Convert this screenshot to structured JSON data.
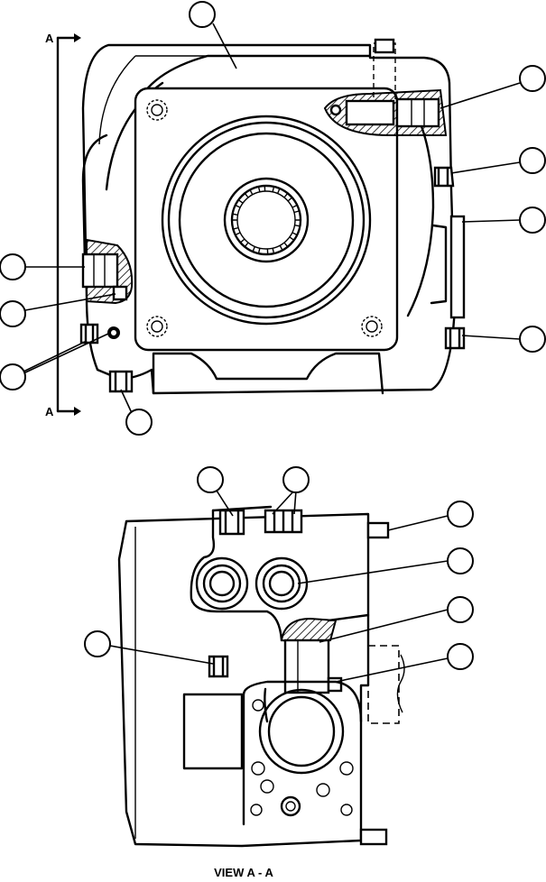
{
  "section_marker_top": "A",
  "section_marker_bottom": "A",
  "view_caption": "VIEW A - A"
}
